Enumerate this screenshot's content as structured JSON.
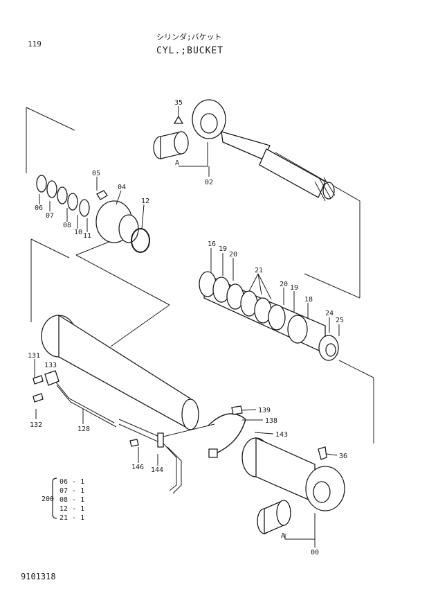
{
  "header": {
    "page_number": "119",
    "title_jp": "シリンダ;バケット",
    "title_en": "CYL.;BUCKET"
  },
  "footer": {
    "doc_code": "9101318"
  },
  "callouts": {
    "c35": "35",
    "c02": "02",
    "cA1": "A",
    "c05": "05",
    "c04": "04",
    "c12": "12",
    "c06": "06",
    "c07": "07",
    "c08": "08",
    "c10": "10",
    "c11": "11",
    "c16": "16",
    "c19a": "19",
    "c20a": "20",
    "c21": "21",
    "c20b": "20",
    "c19b": "19",
    "c18": "18",
    "c24": "24",
    "c25": "25",
    "c131": "131",
    "c133": "133",
    "c132": "132",
    "c128": "128",
    "c139": "139",
    "c138": "138",
    "c143": "143",
    "c36": "36",
    "c146": "146",
    "c144": "144",
    "cA2": "A",
    "c00": "00"
  },
  "kit": {
    "label": "200",
    "items": [
      "06 - 1",
      "07 - 1",
      "08 - 1",
      "12 - 1",
      "21 - 1"
    ]
  }
}
